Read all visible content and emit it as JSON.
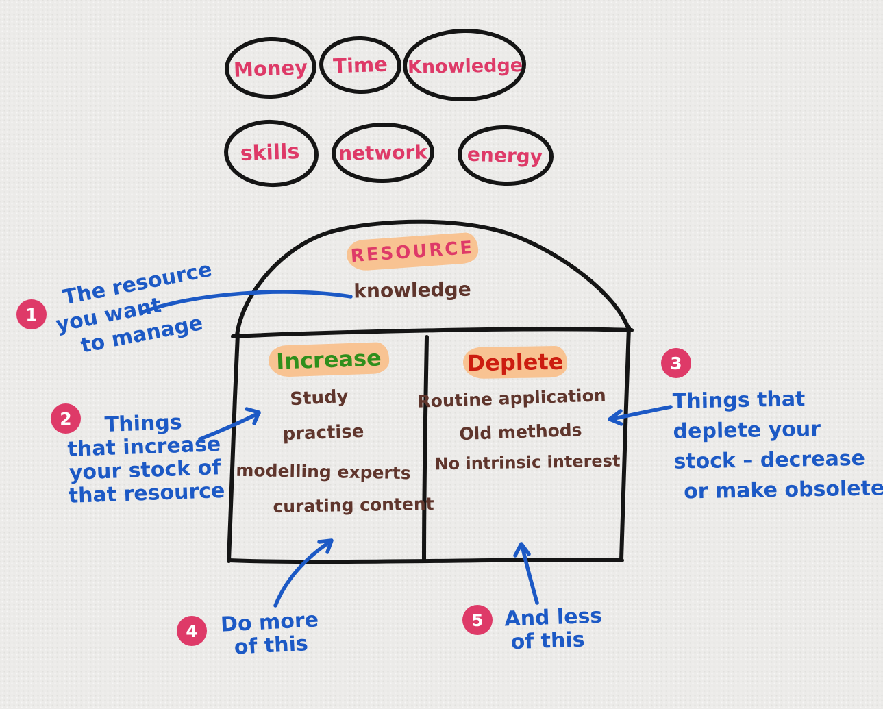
{
  "bubbles": {
    "row1": [
      "Money",
      "Time",
      "Knowledge"
    ],
    "row2": [
      "skills",
      "network",
      "energy"
    ]
  },
  "house": {
    "header": {
      "label": "RESOURCE",
      "value": "knowledge"
    },
    "columns": [
      {
        "title": "Increase",
        "items": [
          "Study",
          "practise",
          "modelling  experts",
          "curating  content"
        ]
      },
      {
        "title": "Deplete",
        "items": [
          "Routine application",
          "Old methods",
          "No intrinsic  interest"
        ]
      }
    ]
  },
  "annotations": [
    {
      "number": "1",
      "lines": [
        "The resource",
        "you want",
        "to manage"
      ]
    },
    {
      "number": "2",
      "lines": [
        "Things",
        "that increase",
        "your stock of",
        "that resource"
      ]
    },
    {
      "number": "3",
      "lines": [
        "Things that",
        "deplete your",
        "stock – decrease",
        "or make obsolete"
      ]
    },
    {
      "number": "4",
      "lines": [
        "Do more",
        "of this"
      ]
    },
    {
      "number": "5",
      "lines": [
        "And less",
        "of this"
      ]
    }
  ],
  "colors": {
    "pink": "#de3a68",
    "peach_highlight": "#f8c392",
    "green": "#2f8f1c",
    "red": "#cc1d10",
    "brown": "#5f352c",
    "blue": "#1c59c5",
    "ink": "#151515",
    "background": "#ecebe9"
  }
}
